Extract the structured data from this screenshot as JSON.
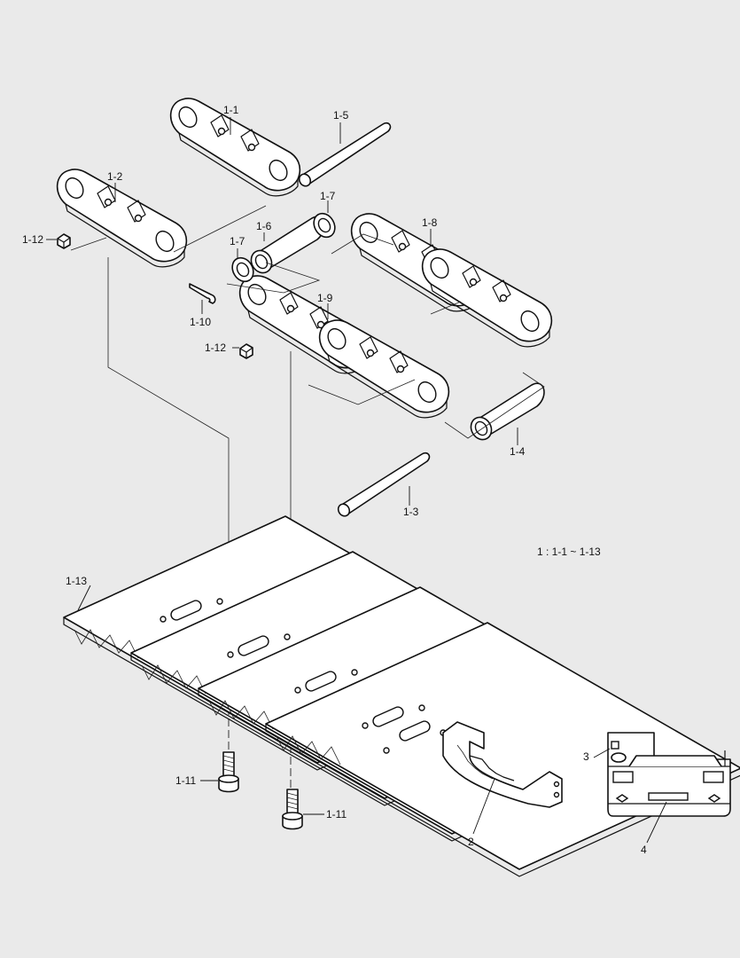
{
  "labels": {
    "l1_1": "1-1",
    "l1_2": "1-2",
    "l1_3": "1-3",
    "l1_4": "1-4",
    "l1_5": "1-5",
    "l1_6": "1-6",
    "l1_7a": "1-7",
    "l1_7b": "1-7",
    "l1_8": "1-8",
    "l1_9": "1-9",
    "l1_10": "1-10",
    "l1_11a": "1-11",
    "l1_11b": "1-11",
    "l1_12a": "1-12",
    "l1_12b": "1-12",
    "l1_13": "1-13",
    "l2": "2",
    "l3": "3",
    "l4": "4"
  },
  "note": "1 : 1-1 ~ 1-13"
}
